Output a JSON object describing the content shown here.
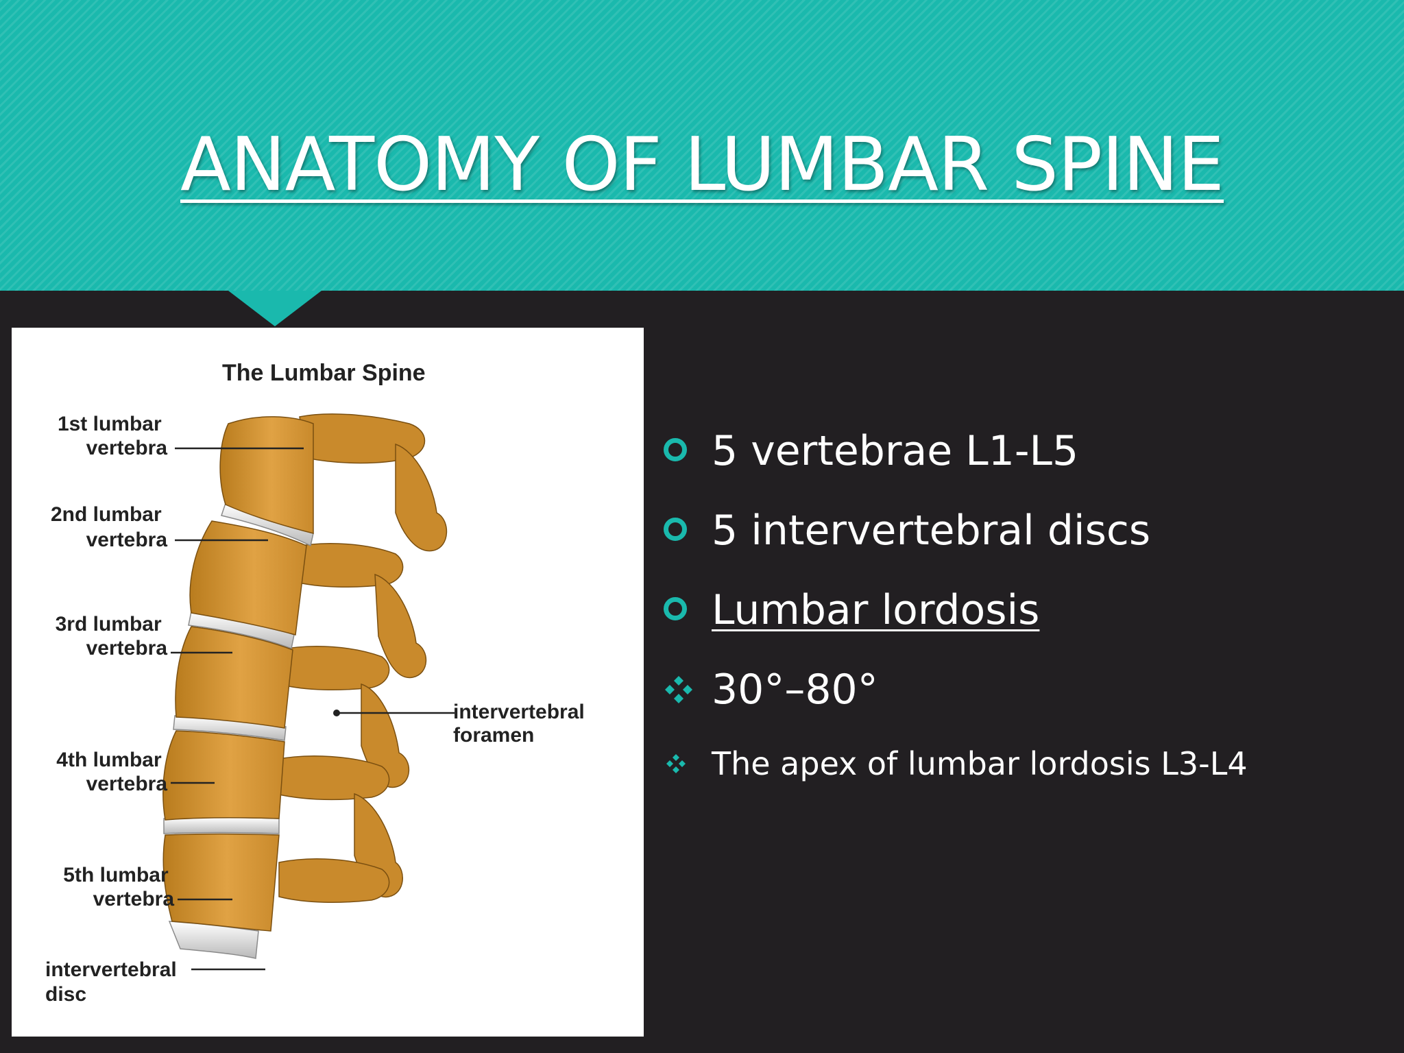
{
  "slide": {
    "title": "ANATOMY OF LUMBAR SPINE",
    "accent_color": "#1ab9ad",
    "background_color": "#221f22"
  },
  "figure": {
    "title": "The Lumbar Spine",
    "labels": {
      "v1_line1": "1st lumbar",
      "v1_line2": "vertebra",
      "v2_line1": "2nd lumbar",
      "v2_line2": "vertebra",
      "v3_line1": "3rd lumbar",
      "v3_line2": "vertebra",
      "v4_line1": "4th lumbar",
      "v4_line2": "vertebra",
      "v5_line1": "5th lumbar",
      "v5_line2": "vertebra",
      "disc_line1": "intervertebral",
      "disc_line2": "disc",
      "foramen_line1": "intervertebral",
      "foramen_line2": "foramen"
    }
  },
  "bullets": [
    {
      "marker": "circle-icon",
      "text": "5 vertebrae L1-L5"
    },
    {
      "marker": "circle-icon",
      "text": "5 intervertebral discs"
    },
    {
      "marker": "circle-icon",
      "text": "Lumbar lordosis"
    },
    {
      "marker": "diamond-cluster-icon",
      "text": "30°–80°"
    },
    {
      "marker": "diamond-cluster-icon",
      "text": "The apex of lumbar lordosis L3-L4"
    }
  ]
}
